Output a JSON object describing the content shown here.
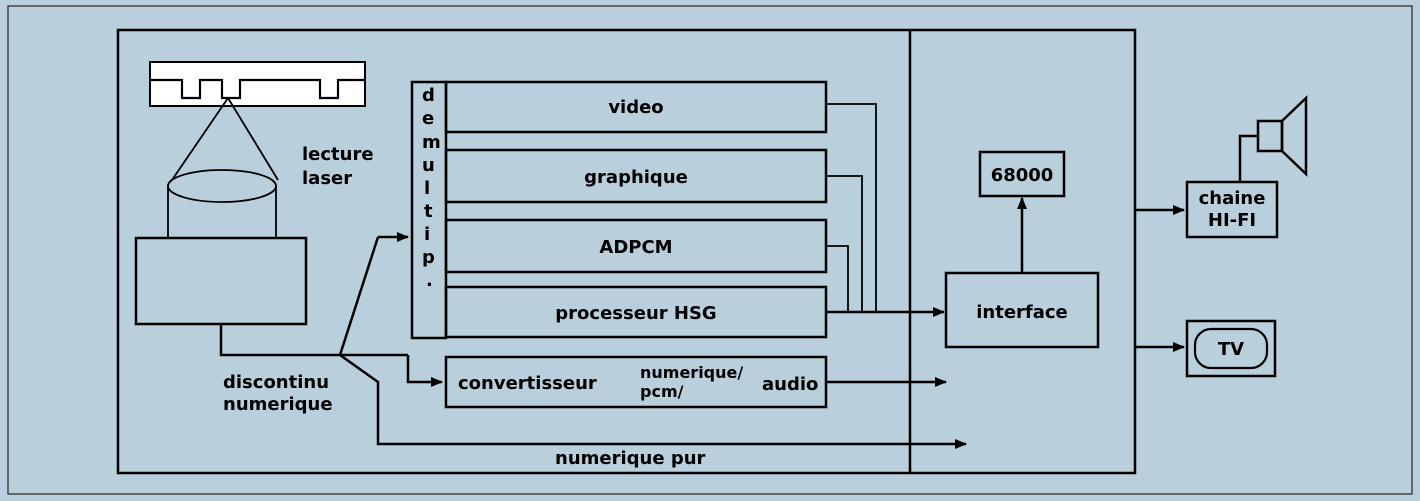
{
  "labels": {
    "lecture_laser": [
      "lecture",
      "laser"
    ],
    "demultip": [
      "d",
      "e",
      "m",
      "u",
      "l",
      "t",
      "i",
      "p",
      "."
    ],
    "video": "video",
    "graphique": "graphique",
    "adpcm": "ADPCM",
    "processeur": "processeur  HSG",
    "convertisseur": "convertisseur",
    "numerique_pcm_top": "numerique/",
    "numerique_pcm_bottom": "pcm/",
    "audio": "audio",
    "discontinu": [
      "discontinu",
      "numerique"
    ],
    "numerique_pur": "numerique  pur",
    "cpu": "68000",
    "interface": "interface",
    "chaine": [
      "chaine",
      "HI-FI"
    ],
    "tv": "TV"
  }
}
